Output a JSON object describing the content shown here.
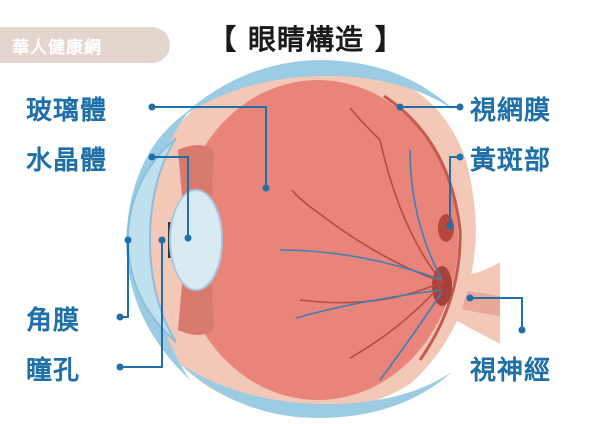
{
  "brand": {
    "name": "華人健康網"
  },
  "title": "【 眼睛構造 】",
  "labels": {
    "vitreous": "玻璃體",
    "lens": "水晶體",
    "cornea": "角膜",
    "pupil": "瞳孔",
    "retina": "視網膜",
    "macula": "黃斑部",
    "optic_nerve": "視神經"
  },
  "colors": {
    "label": "#1f6fa8",
    "eyeball": "#e8847a",
    "outer_layer": "#9ccbe4",
    "sclera": "#f3c8b6",
    "lens": "#d9eaf3",
    "macula": "#b5473c",
    "vessel_red": "#b94a42",
    "vessel_blue": "#3f7fb3",
    "brand_tab": "#e2d6ce"
  }
}
